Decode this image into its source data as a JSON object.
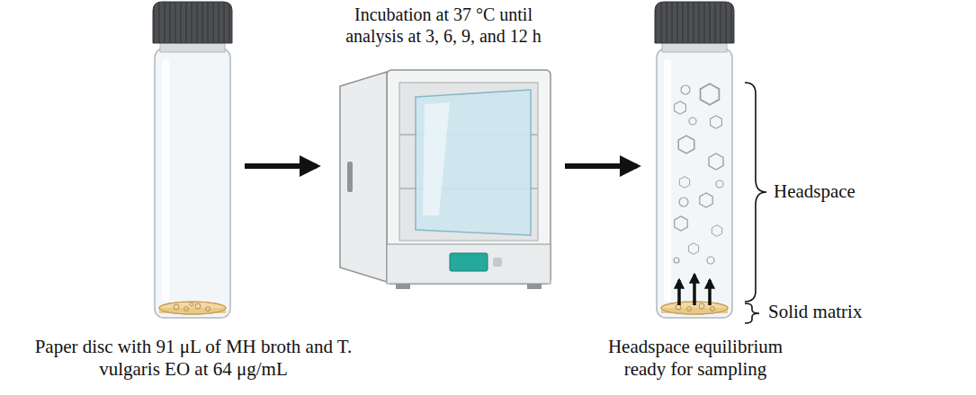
{
  "diagram": {
    "labels": [
      "Incubation at 37 °C until analysis at 3, 6, 9, and 12 h",
      "Paper disc with 91 μL of MH broth and T. vulgaris EO at 64 μg/mL",
      "Headspace",
      "Solid matrix",
      "Headspace equilibrium ready for sampling"
    ]
  }
}
